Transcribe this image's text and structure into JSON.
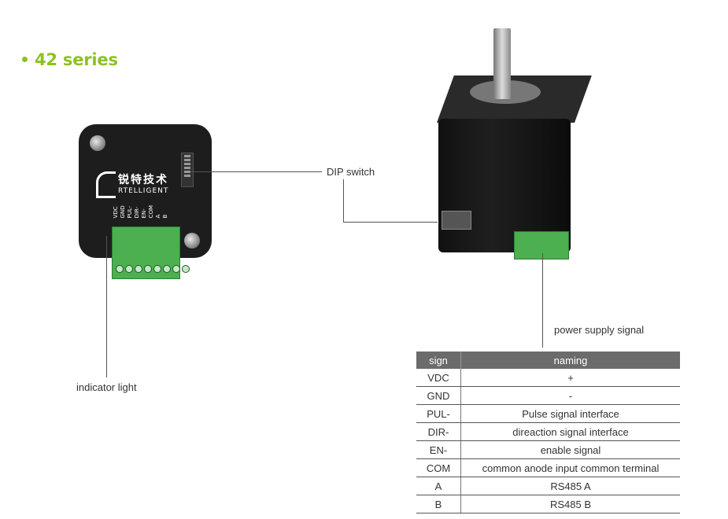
{
  "heading": "42 series",
  "board": {
    "logo_cn": "锐特技术",
    "logo_en": "RTELLIGENT",
    "pins": [
      "VDC",
      "GND",
      "PUL-",
      "DIR-",
      "EN-",
      "COM",
      "A",
      "B"
    ]
  },
  "labels": {
    "dip_switch": "DIP switch",
    "indicator_light": "indicator light",
    "power_supply_signal": "power supply  signal"
  },
  "table": {
    "headers": [
      "sign",
      "naming"
    ],
    "rows": [
      [
        "VDC",
        "+"
      ],
      [
        "GND",
        "-"
      ],
      [
        "PUL-",
        "Pulse signal interface"
      ],
      [
        "DIR-",
        "direaction signal interface"
      ],
      [
        "EN-",
        "enable signal"
      ],
      [
        "COM",
        "common anode input common terminal"
      ],
      [
        "A",
        "RS485 A"
      ],
      [
        "B",
        "RS485 B"
      ]
    ]
  },
  "colors": {
    "accent": "#8cc21f",
    "terminal_green": "#4caf50",
    "header_gray": "#6b6b6b"
  }
}
